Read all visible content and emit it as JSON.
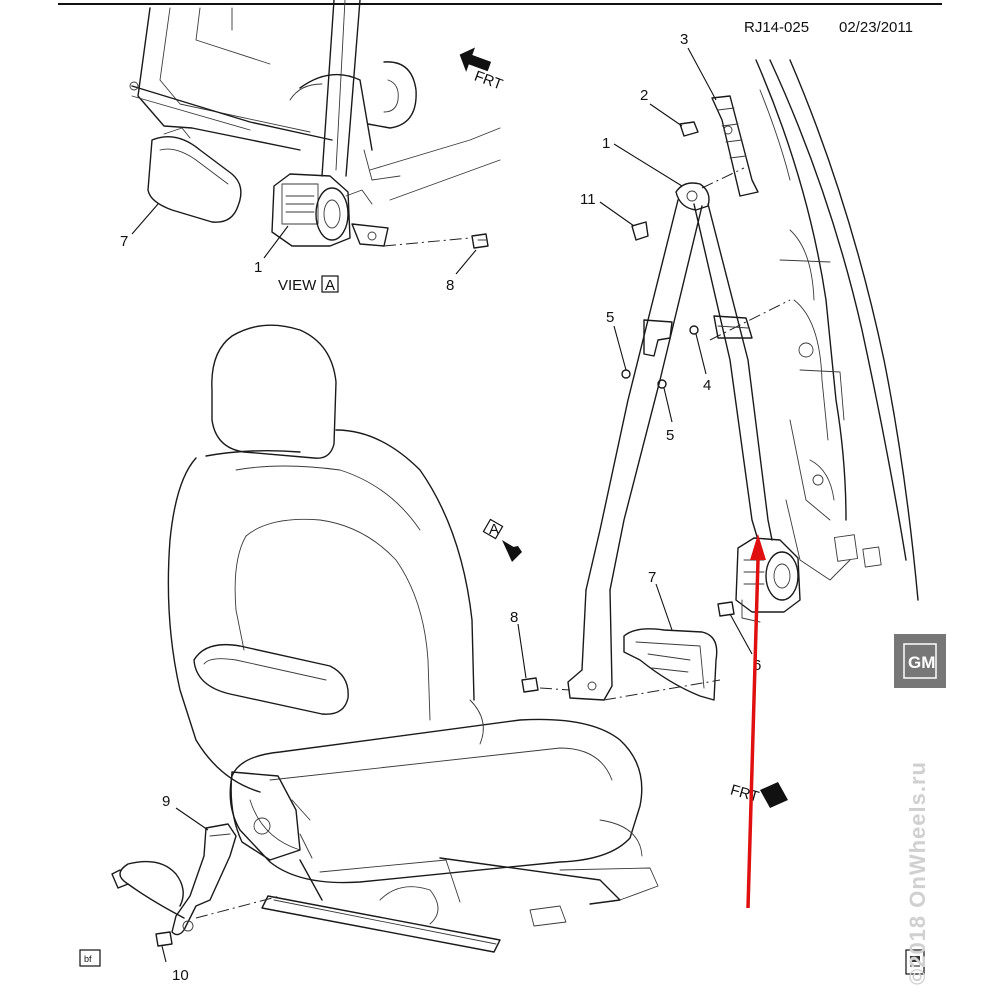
{
  "header": {
    "ref": "RJ14-025",
    "date": "02/23/2011"
  },
  "view": {
    "word": "VIEW",
    "letter": "A"
  },
  "directions": {
    "front": "FRT"
  },
  "callouts": {
    "c1_top": "1",
    "c1_detail": "1",
    "c2": "2",
    "c3": "3",
    "c4": "4",
    "c5_a": "5",
    "c5_b": "5",
    "c6": "6",
    "c7_detail": "7",
    "c7_main": "7",
    "c8_detail": "8",
    "c8_main": "8",
    "c9": "9",
    "c10": "10",
    "c11": "11"
  },
  "logo": {
    "text": "GM"
  },
  "watermark": {
    "text": "©2018 OnWheels.ru"
  },
  "corner_icon": {
    "text": "bf"
  },
  "arrow_color": "#e01010",
  "logo_color": "#777777"
}
